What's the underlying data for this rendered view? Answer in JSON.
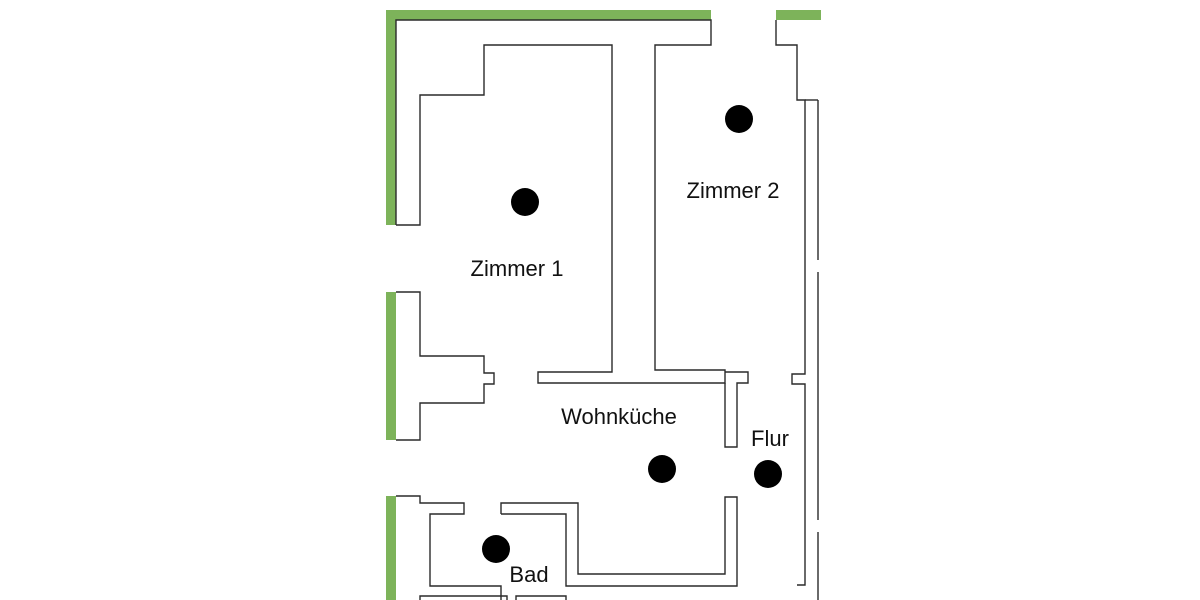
{
  "colors": {
    "facade": "#7db35a",
    "wall_line": "#2a2a2a",
    "marker": "#000000",
    "background": "#ffffff"
  },
  "rooms": {
    "zimmer1": "Zimmer 1",
    "zimmer2": "Zimmer 2",
    "wohnkueche": "Wohnküche",
    "flur": "Flur",
    "bad": "Bad"
  }
}
